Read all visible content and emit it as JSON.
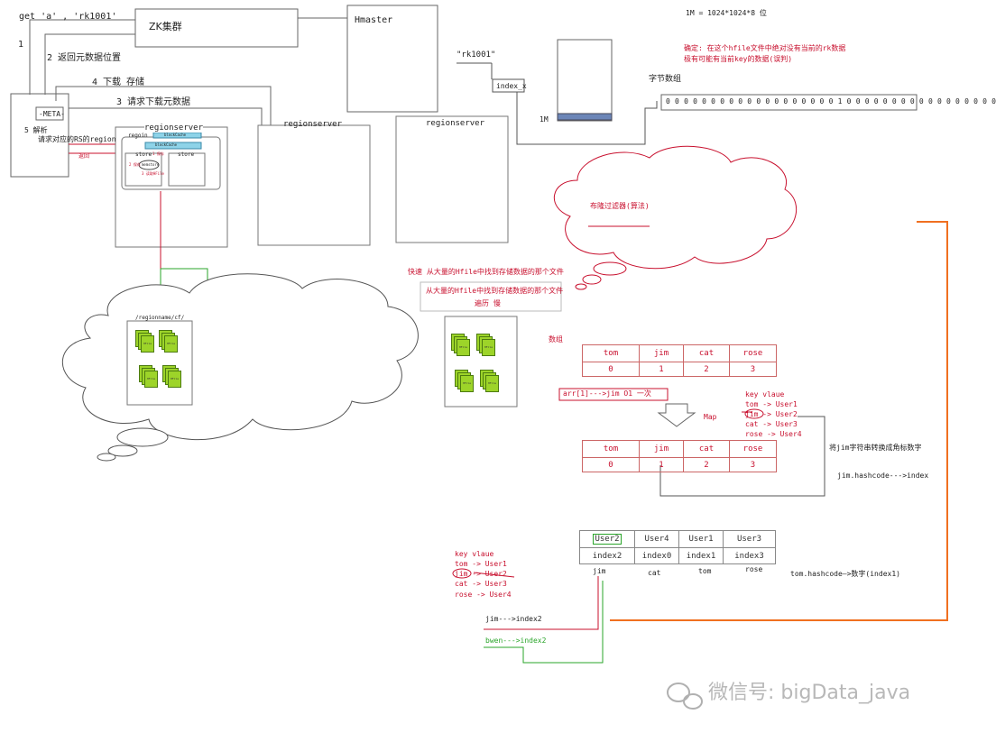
{
  "top_flow": {
    "get_cmd": "get 'a' , 'rk1001'",
    "step1": "1",
    "step2": "2 返回元数据位置",
    "step4": "4 下载 存储",
    "step3": "3 请求下载元数据",
    "step5": "5 解析",
    "step5_detail": "请求对应的RS的region",
    "return_label": "返回"
  },
  "zk": "ZK集群",
  "hmaster": "Hmaster",
  "client_meta": "-META-",
  "regionservers": [
    "regionserver",
    "regionserver",
    "regionserver"
  ],
  "rs1_detail": {
    "region": "regoin",
    "blockcache_top": "blockCache",
    "blockcache": "blockCache",
    "store1": "store",
    "store2": "store",
    "memstore": "memstore",
    "mem_note": "1 保存",
    "mem_note2": "2 保存",
    "mem_note3": "3 读取HFile"
  },
  "hdfs_path": "/regionname/cf/",
  "hfile_label": "HFile",
  "bloom": {
    "rk_label": "\"rk1001\"",
    "index_label": "index_x",
    "onem_label": "1M",
    "onem_formula": "1M = 1024*1024*8  位",
    "certain": "确定: 在这个hfile文件中绝对没有当前的rk数据",
    "maybe": "极有可能有当前key的数据(误判)",
    "byte_array_label": "字节数组",
    "bits": "0 0 0 0 0 0 0 0 0 0 0 0 0 0 0 0 0 0 0 1 0 0 0 0 0 0 0 0 0 0 0 0 0 0 0 0 0",
    "filter_label": "布隆过滤器(算法)",
    "fast": "快速 从大量的Hfile中找到存储数据的那个文件",
    "slow_line1": "从大量的Hfile中找到存储数据的那个文件",
    "slow_line2": "遍历  慢"
  },
  "array_section": {
    "label": "数组",
    "header": [
      "tom",
      "jim",
      "cat",
      "rose"
    ],
    "indexes": [
      "0",
      "1",
      "2",
      "3"
    ],
    "arr_note": "arr[1]--->jim   O1  一次",
    "map_label": "Map",
    "kv_title": "key vlaue",
    "kv": [
      "tom ->  User1",
      "jim ->  User2",
      "cat ->  User3",
      "rose ->  User4"
    ],
    "str_to_index": "将jim字符串转换成角标数字",
    "hashcode": "jim.hashcode--->index"
  },
  "hash_section": {
    "users": [
      "User2",
      "User4",
      "User1",
      "User3"
    ],
    "indexes": [
      "index2",
      "index0",
      "index1",
      "index3"
    ],
    "keys": [
      "jim",
      "cat",
      "tom",
      "rose"
    ],
    "tom_hash": "tom.hashcode—>数字(index1)",
    "kv_title": "key vlaue",
    "kv": [
      "tom ->  User1",
      "jim ->  User2",
      "cat ->  User3",
      "rose ->  User4"
    ],
    "jim_index": "jim--->index2",
    "bwen_index": "bwen--->index2"
  },
  "watermark": "微信号: bigData_java",
  "colors": {
    "red": "#c8102e",
    "green": "#2aa52a",
    "orange": "#f07020",
    "hfile": "#9dd429",
    "bar": "#6c86b8",
    "cache": "#8ed3e8"
  }
}
